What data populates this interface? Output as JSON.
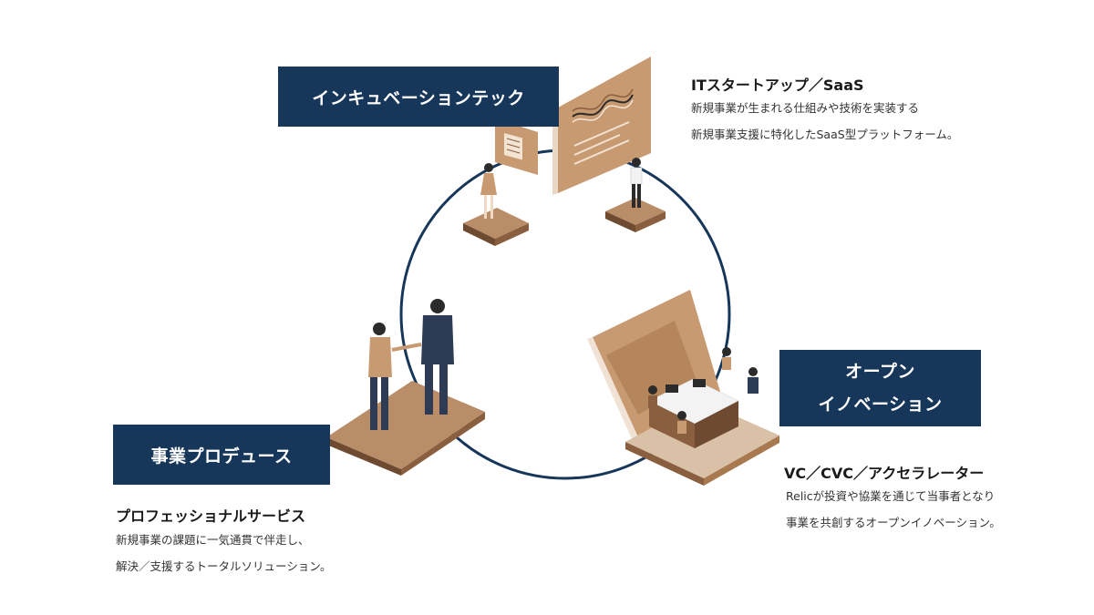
{
  "colors": {
    "navy": "#16365a",
    "ring": "#16365a",
    "copper": "#c89a72",
    "copper_dark": "#8a5f3f"
  },
  "incubation": {
    "label": "インキュベーションテック",
    "heading": "ITスタートアップ／SaaS",
    "desc_lines": [
      "新規事業が生まれる仕組みや技術を実装する",
      "新規事業支援に特化したSaaS型プラットフォーム。"
    ]
  },
  "open_innovation": {
    "label_lines": [
      "オープン",
      "イノベーション"
    ],
    "heading": "VC／CVC／アクセラレーター",
    "desc_lines": [
      "Relicが投資や協業を通じて当事者となり",
      "事業を共創するオープンイノベーション。"
    ]
  },
  "produce": {
    "label": "事業プロデュース",
    "heading": "プロフェッショナルサービス",
    "desc_lines": [
      "新規事業の課題に一気通貫で伴走し、",
      "解決／支援するトータルソリューション。"
    ]
  }
}
